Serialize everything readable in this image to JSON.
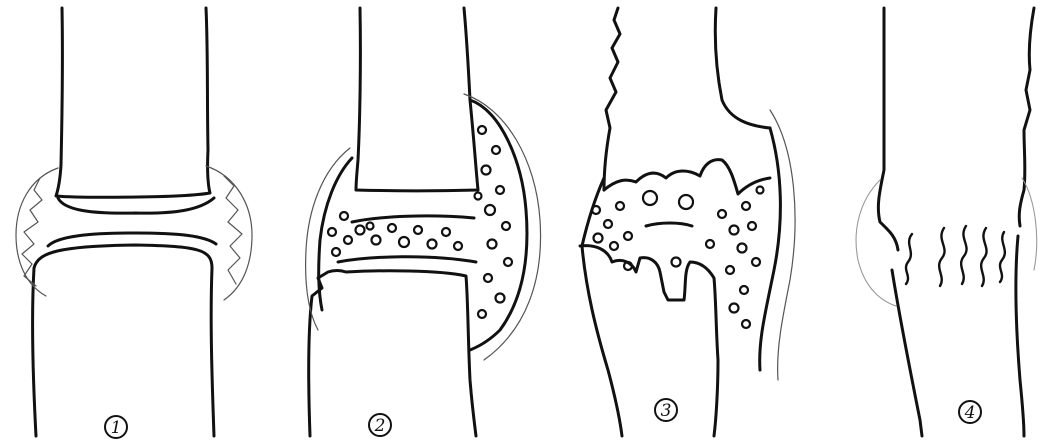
{
  "stages": [
    {
      "label": "1"
    },
    {
      "label": "2"
    },
    {
      "label": "3"
    },
    {
      "label": "4"
    }
  ]
}
